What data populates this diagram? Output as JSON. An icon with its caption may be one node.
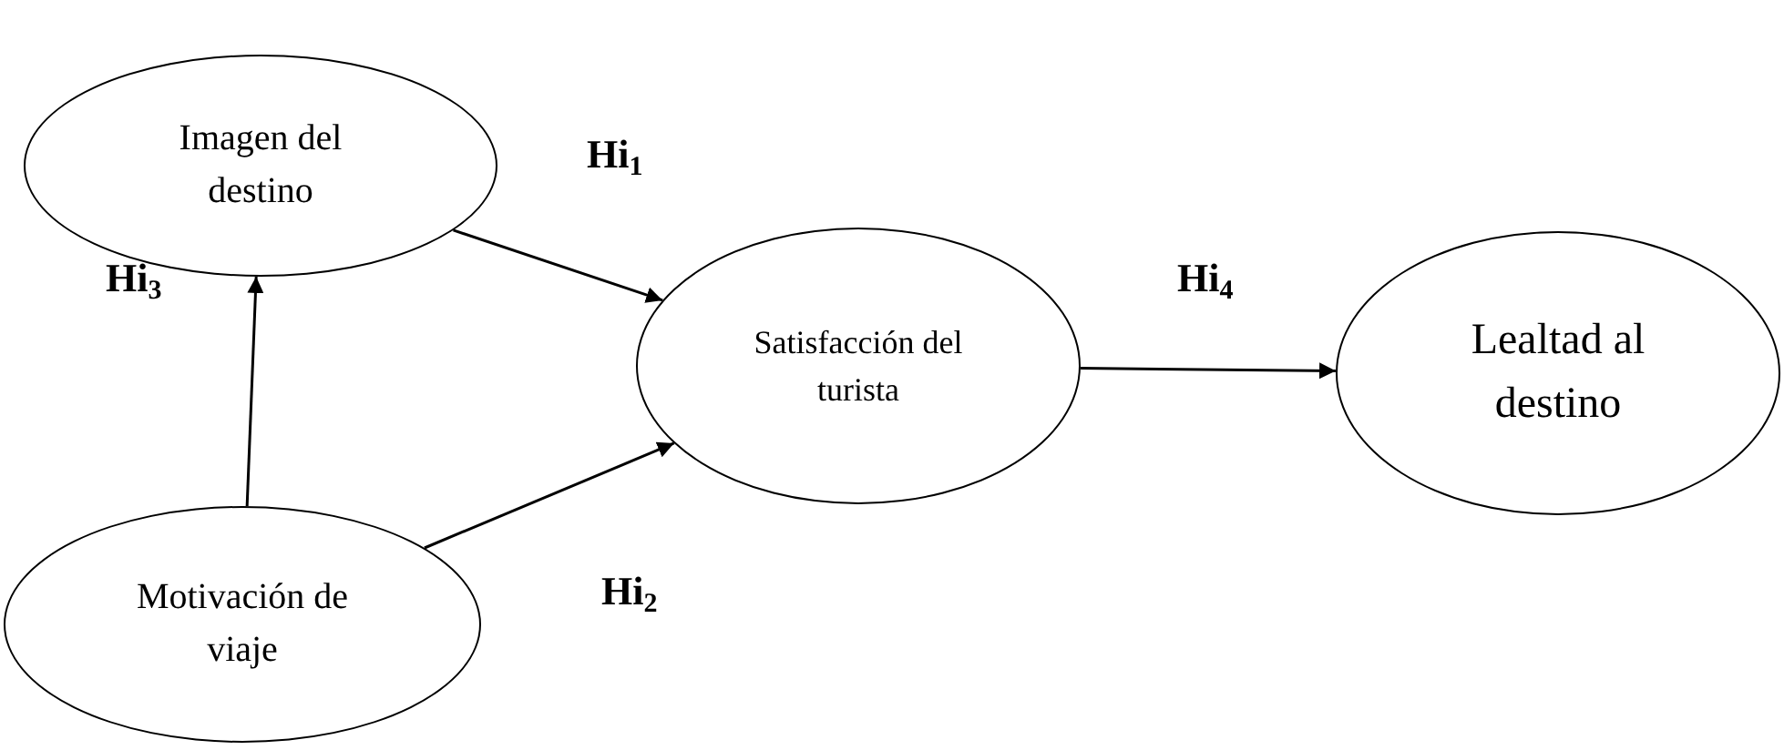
{
  "diagram": {
    "nodes": [
      {
        "text": [
          "Imagen del destino"
        ]
      },
      {
        "text": [
          "Satisfacción del turista"
        ]
      },
      {
        "text": [
          "Lealtad al destino"
        ]
      },
      {
        "text": [
          "Motivación de viaje"
        ]
      }
    ],
    "edges": [
      {
        "from": 0,
        "to": 1,
        "arrow": "to",
        "label": "Hi$_{1}$"
      },
      {
        "from": 3,
        "to": 1,
        "arrow": "to",
        "label": "Hi$_{2}$"
      },
      {
        "from": 3,
        "to": 0,
        "arrow": "to",
        "label": "Hi$_{3}$"
      },
      {
        "from": 1,
        "to": 2,
        "arrow": "to",
        "label": "Hi$_{4}$"
      }
    ]
  }
}
